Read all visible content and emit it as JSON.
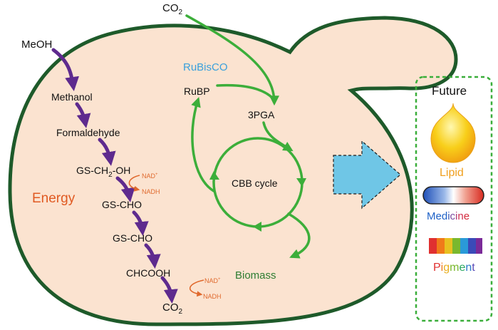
{
  "labels": {
    "co2_top": "CO",
    "co2_top_sub": "2",
    "meoh": "MeOH",
    "rubisco": "RuBisCO",
    "rubp": "RuBP",
    "pga": "3PGA",
    "methanol": "Methanol",
    "formaldehyde": "Formaldehyde",
    "gs_ch2oh_a": "GS-CH",
    "gs_ch2oh_sub": "2",
    "gs_ch2oh_b": "-OH",
    "nad1": "NAD",
    "nad1_sup": "+",
    "nadh1": "NADH",
    "energy": "Energy",
    "cbb": "CBB cycle",
    "gscho1": "GS-CHO",
    "gscho2": "GS-CHO",
    "chcooh": "CHCOOH",
    "nad2": "NAD",
    "nad2_sup": "+",
    "nadh2": "NADH",
    "co2_bottom": "CO",
    "co2_bottom_sub": "2",
    "biomass": "Biomass"
  },
  "future": {
    "title": "Future",
    "lipid": "Lipid",
    "medicine_letters": [
      "M",
      "e",
      "d",
      "i",
      "c",
      "i",
      "n",
      "e"
    ],
    "pigment_letters": [
      "P",
      "i",
      "g",
      "m",
      "e",
      "n",
      "t"
    ]
  },
  "colors": {
    "cell_fill": "#fbe3d0",
    "cell_stroke": "#1e5a2a",
    "purple": "#5e2a8e",
    "green": "#3cae3a",
    "rubisco": "#3aa0dc",
    "energy": "#e05a22",
    "biomass": "#2e7d32",
    "cofactor": "#e0692d",
    "arrow_blue": "#6fc6e6",
    "future_border": "#3aae3a",
    "lipid_text": "#f0a020",
    "medicine": [
      "#1f63c8",
      "#1f63c8",
      "#1f63c8",
      "#3a59b8",
      "#7a4aa0",
      "#b03a78",
      "#d03050",
      "#d42a3a"
    ],
    "pigment": [
      "#e03030",
      "#f07a1a",
      "#e8b020",
      "#7ab82e",
      "#2aa860",
      "#2a7ac8",
      "#5a4ab8"
    ]
  }
}
